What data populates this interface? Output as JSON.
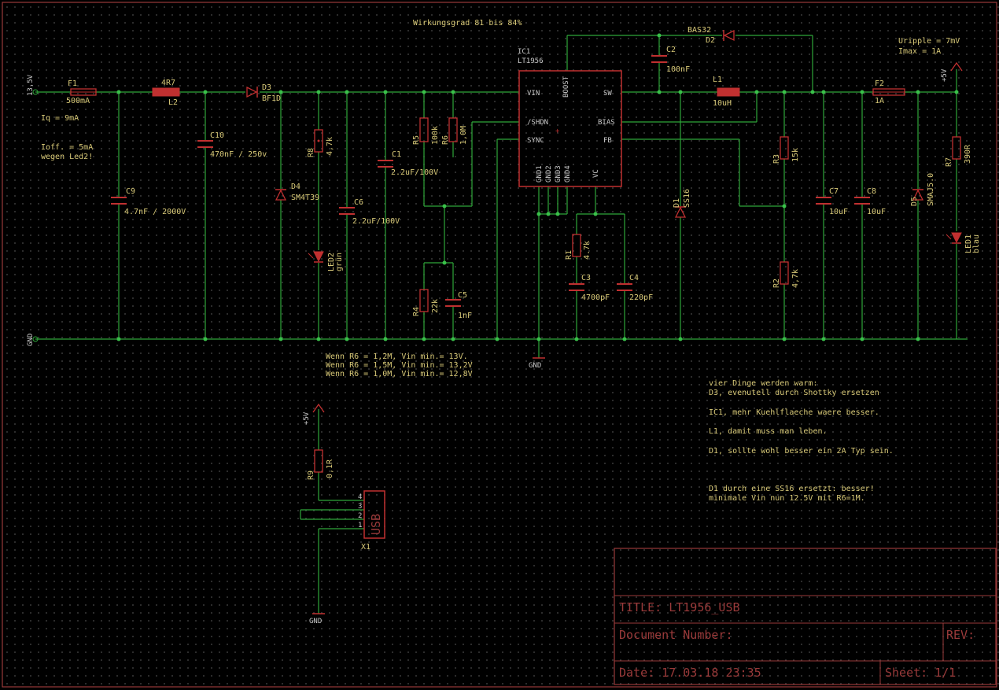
{
  "title_note": "Wirkungsgrad 81 bis 84%",
  "notes_left": [
    "Iq = 9mA",
    "Ioff. = 5mA",
    "wegen Led2!"
  ],
  "notes_right_top": [
    "Uripple = 7mV",
    "Imax = 1A"
  ],
  "nets": {
    "vin": "13,5V",
    "gnd": "GND",
    "plus5v": "+5V",
    "gnd2": "GND"
  },
  "parts": {
    "F1": {
      "name": "F1",
      "value": "500mA"
    },
    "L2": {
      "name": "L2",
      "value": "4R7"
    },
    "D3": {
      "name": "D3",
      "value": "BF1D"
    },
    "C10": {
      "name": "C10",
      "value": "470nF / 250v"
    },
    "C9": {
      "name": "C9",
      "value": "4.7nF / 2000V"
    },
    "R8": {
      "name": "R8",
      "value": "4,7k"
    },
    "D4": {
      "name": "D4",
      "value": "SM4T39"
    },
    "LED2": {
      "name": "LED2",
      "value": "grün"
    },
    "C6": {
      "name": "C6",
      "value": "2.2uF/100V"
    },
    "C1": {
      "name": "C1",
      "value": "2.2uF/100V"
    },
    "R5": {
      "name": "R5",
      "value": "100k"
    },
    "R6": {
      "name": "R6",
      "value": "1,0M"
    },
    "R4": {
      "name": "R4",
      "value": "22k"
    },
    "C5": {
      "name": "C5",
      "value": "1nF"
    },
    "IC1": {
      "name": "IC1",
      "value": "LT1956",
      "pins": [
        "VIN",
        "BOOST",
        "SW",
        "/SHDN",
        "BIAS",
        "SYNC",
        "FB",
        "GND1",
        "GND2",
        "GND3",
        "GND4",
        "VC"
      ]
    },
    "R1": {
      "name": "R1",
      "value": "4.7k"
    },
    "C3": {
      "name": "C3",
      "value": "4700pF"
    },
    "C4": {
      "name": "C4",
      "value": "220pF"
    },
    "C2": {
      "name": "C2",
      "value": "100nF"
    },
    "D2": {
      "name": "D2",
      "value": "BAS32"
    },
    "L1": {
      "name": "L1",
      "value": "10uH"
    },
    "D1": {
      "name": "D1",
      "value": "SS16"
    },
    "R3": {
      "name": "R3",
      "value": "15k"
    },
    "R2": {
      "name": "R2",
      "value": "4,7k"
    },
    "C7": {
      "name": "C7",
      "value": "10uF"
    },
    "C8": {
      "name": "C8",
      "value": "10uF"
    },
    "F2": {
      "name": "F2",
      "value": "1A"
    },
    "D5": {
      "name": "D5",
      "value": "SMAJ5.0"
    },
    "R7": {
      "name": "R7",
      "value": "390R"
    },
    "LED1": {
      "name": "LED1",
      "value": "blau"
    },
    "R9": {
      "name": "R9",
      "value": "0,1R"
    },
    "X1": {
      "name": "X1",
      "value": "USB",
      "pins": [
        "4",
        "3",
        "2",
        "1"
      ]
    }
  },
  "r6_notes": [
    "Wenn R6 = 1,2M, Vin min.= 13V.",
    "Wenn R6 = 1,5M, Vin min.= 13,2V",
    "Wenn R6 = 1,0M, Vin min.= 12,8V"
  ],
  "notes_right": [
    "vier Dinge werden warm:",
    "D3, evenutell durch Shottky ersetzen",
    "IC1, mehr Kuehlflaeche waere besser.",
    "L1, damit muss man leben.",
    "D1, sollte wohl besser ein 2A Typ sein.",
    "D1 durch eine SS16 ersetzt: besser!",
    "minimale Vin nun 12.5V mit R6=1M."
  ],
  "title_block": {
    "title": "TITLE:  LT1956_USB",
    "doc": "Document Number:",
    "rev": "REV:",
    "date": "Date: 17.03.18 23:35",
    "sheet": "Sheet: 1/1"
  },
  "colors": {
    "wire": "#2fa63a",
    "part": "#c03030",
    "text": "#d8c978",
    "frame": "#9a3a3a",
    "background": "#000000"
  }
}
